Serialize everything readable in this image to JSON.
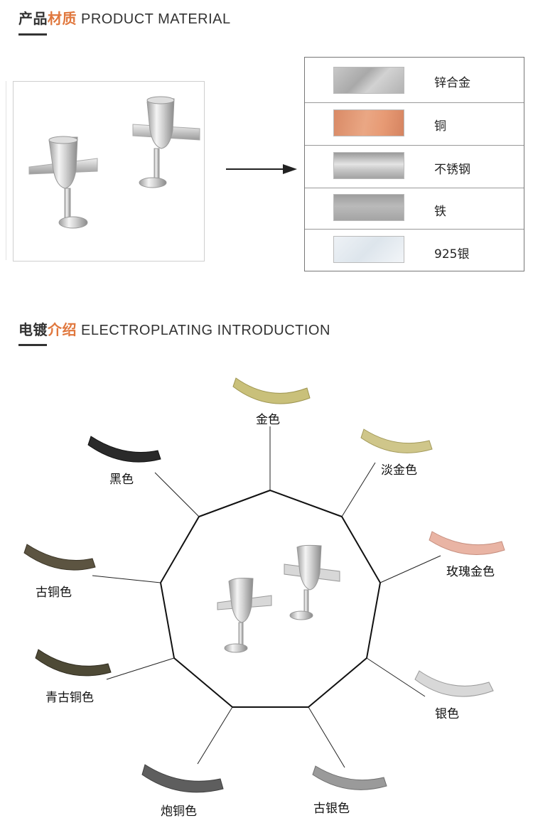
{
  "material_section": {
    "title_cn_part1": "产品",
    "title_cn_part2": "材质",
    "title_en": "PRODUCT MATERIAL",
    "materials": [
      {
        "label": "锌合金",
        "swatch": "zinc-alloy-swatch"
      },
      {
        "label": "铜",
        "swatch": "copper-swatch"
      },
      {
        "label": "不锈钢",
        "swatch": "stainless-steel-swatch"
      },
      {
        "label": "铁",
        "swatch": "iron-swatch"
      },
      {
        "label": "925银",
        "swatch": "silver-925-swatch"
      }
    ]
  },
  "plating_section": {
    "title_cn_part1": "电镀",
    "title_cn_part2": "介绍",
    "title_en": "ELECTROPLATING INTRODUCTION",
    "finishes": [
      {
        "label": "金色",
        "color": "#c9c07a"
      },
      {
        "label": "淡金色",
        "color": "#cfc68a"
      },
      {
        "label": "玫瑰金色",
        "color": "#e9b4a4"
      },
      {
        "label": "银色",
        "color": "#d8d8d8"
      },
      {
        "label": "古银色",
        "color": "#9a9a9a"
      },
      {
        "label": "炮铜色",
        "color": "#5e5e5e"
      },
      {
        "label": "青古铜色",
        "color": "#4e4a36"
      },
      {
        "label": "古铜色",
        "color": "#5c5441"
      },
      {
        "label": "黑色",
        "color": "#2a2a2a"
      }
    ]
  },
  "colors": {
    "accent": "#e0773d",
    "heading": "#333333"
  }
}
